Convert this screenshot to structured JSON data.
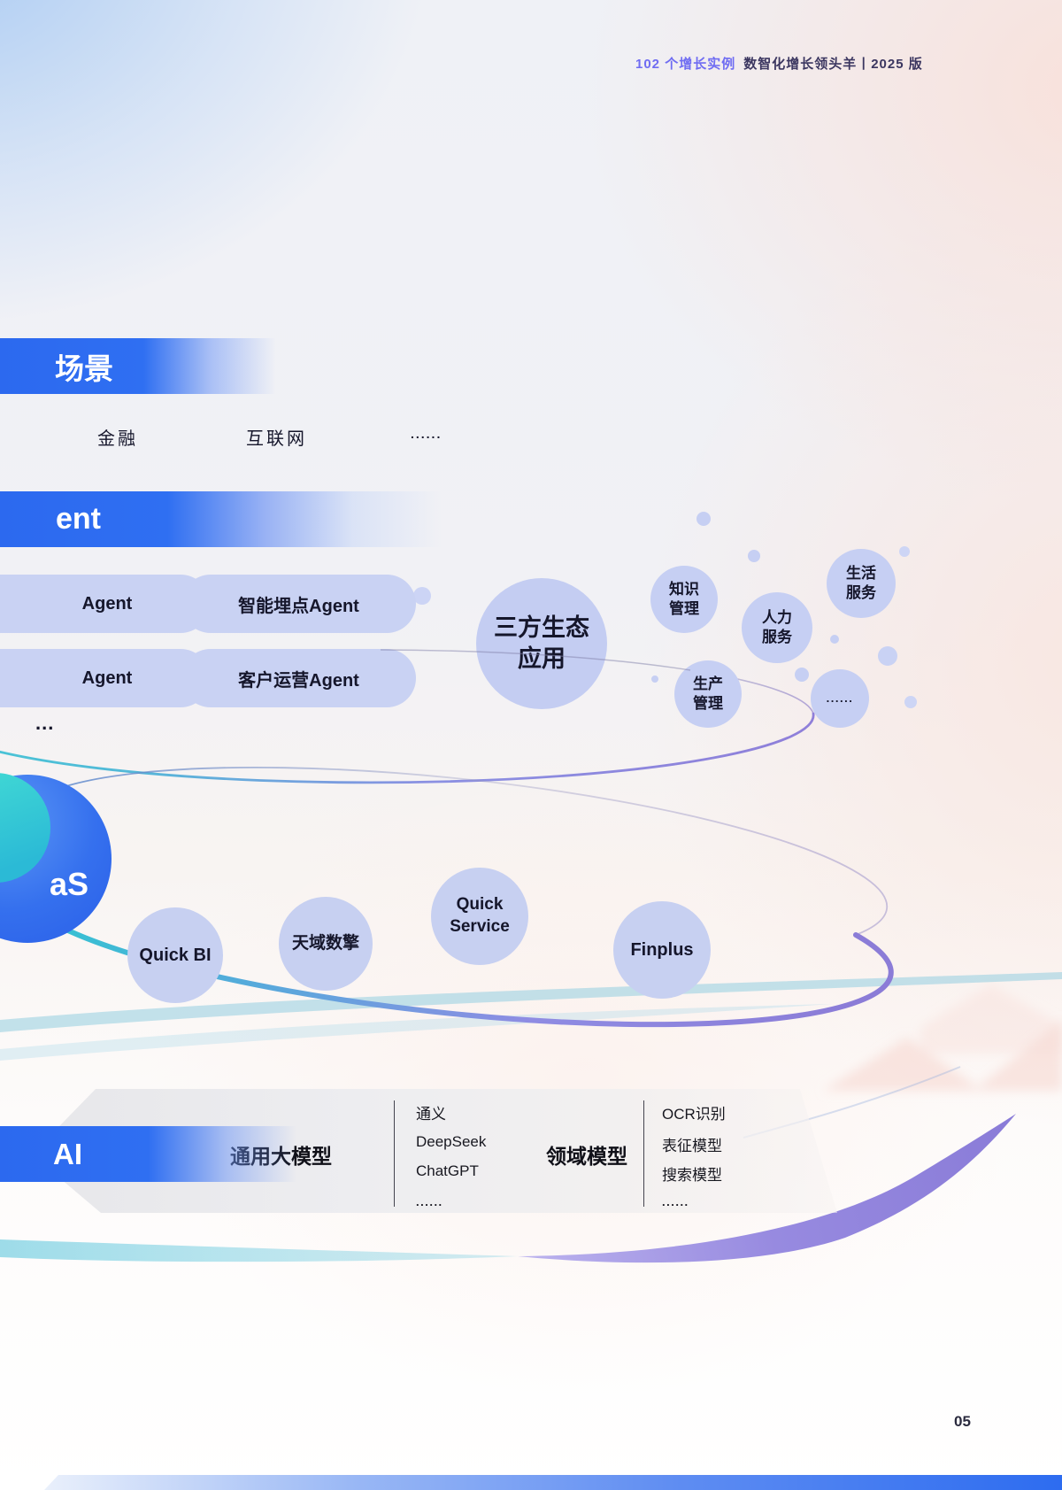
{
  "header": {
    "highlight": "102 个增长实例",
    "title": "数智化增长领头羊丨2025 版"
  },
  "page_number": "05",
  "scene": {
    "banner": "场景",
    "items": [
      "金融",
      "互联网",
      "......"
    ]
  },
  "agent": {
    "banner": "ent",
    "pills": [
      "Agent",
      "智能埋点Agent",
      "Agent",
      "客户运营Agent"
    ],
    "more": "...",
    "ecosystem": "三方生态\n应用",
    "satellites": [
      "知识\n管理",
      "人力\n服务",
      "生活\n服务",
      "生产\n管理",
      "......"
    ]
  },
  "maas": {
    "banner": "aS",
    "products": [
      "Quick BI",
      "天域数擎",
      "Quick\nService",
      "Finplus"
    ]
  },
  "ai": {
    "banner": "AI",
    "general_label": "通用大模型",
    "general_models": [
      "通义",
      "DeepSeek",
      "ChatGPT",
      "......"
    ],
    "domain_label": "领域模型",
    "domain_models": [
      "OCR识别",
      "表征模型",
      "搜索模型",
      "......"
    ]
  },
  "colors": {
    "banner_blue": "#2f6ff2",
    "accent_purple": "#8a7cd8",
    "accent_teal": "#35c2d2",
    "bubble_lavender": "#c7d0f2",
    "header_highlight": "#6f6cf2",
    "header_text": "#3b3660"
  }
}
